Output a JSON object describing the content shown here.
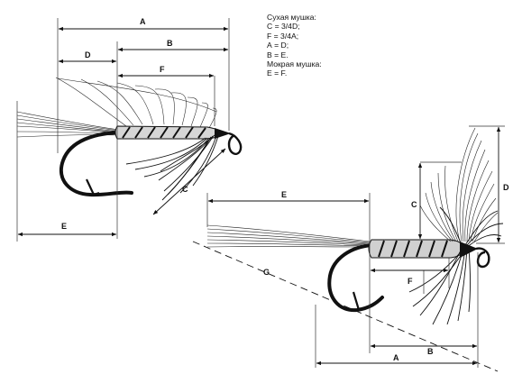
{
  "legend": {
    "dry_title": "Сухая мушка:",
    "dry_lines": [
      "С = 3/4D;",
      "F = 3/4A;",
      "А = D;",
      "В = Е."
    ],
    "wet_title": "Мокрая мушка:",
    "wet_lines": [
      "Е = F."
    ]
  },
  "labels": {
    "a": "A",
    "b": "B",
    "c": "C",
    "d": "D",
    "e": "E",
    "f": "F",
    "g": "G"
  }
}
